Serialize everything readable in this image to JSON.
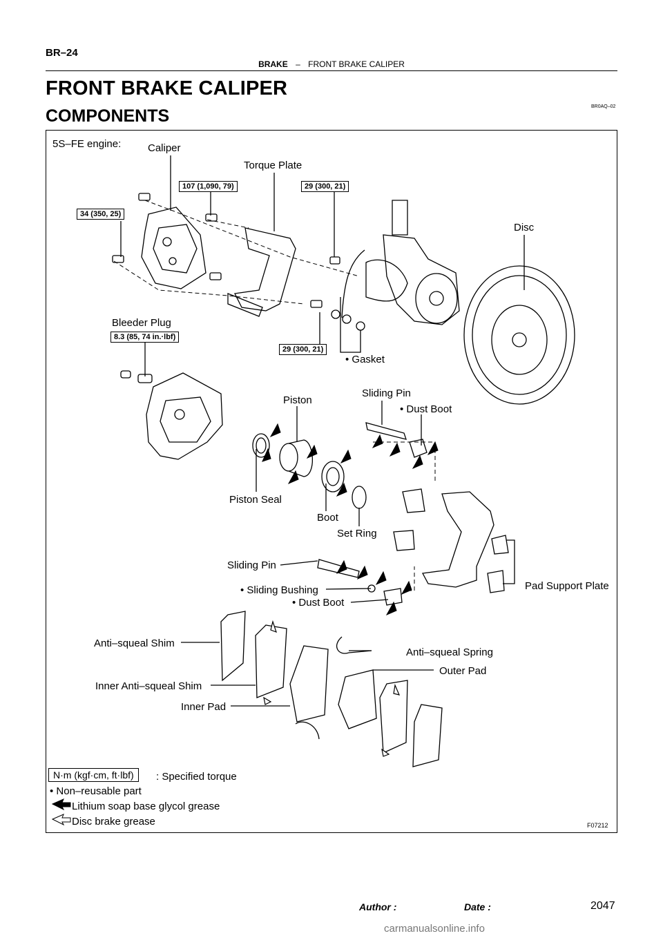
{
  "header": {
    "page_code": "BR–24",
    "section_main": "BRAKE",
    "section_sep": "–",
    "section_sub": "FRONT BRAKE CALIPER"
  },
  "title": "FRONT BRAKE CALIPER",
  "subtitle": "COMPONENTS",
  "doc_code": "BR0AQ–02",
  "figure": {
    "engine": "5S–FE engine:",
    "labels": {
      "caliper": "Caliper",
      "torque_plate": "Torque Plate",
      "disc": "Disc",
      "bleeder_plug": "Bleeder Plug",
      "gasket": "• Gasket",
      "piston": "Piston",
      "sliding_pin_top": "Sliding Pin",
      "dust_boot_top": "• Dust Boot",
      "piston_seal": "Piston Seal",
      "boot": "Boot",
      "set_ring": "Set Ring",
      "sliding_pin_bottom": "Sliding Pin",
      "sliding_bushing": "• Sliding Bushing",
      "dust_boot_bottom": "• Dust Boot",
      "pad_support_plate": "Pad Support Plate",
      "anti_squeal_shim": "Anti–squeal Shim",
      "anti_squeal_spring": "Anti–squeal Spring",
      "outer_pad": "Outer Pad",
      "inner_anti_squeal_shim": "Inner Anti–squeal Shim",
      "inner_pad": "Inner Pad"
    },
    "torques": {
      "t107": "107 (1,090, 79)",
      "t29_top": "29 (300, 21)",
      "t34": "34 (350, 25)",
      "t83": "8.3 (85, 74 in.·lbf)",
      "t29_bottom": "29 (300, 21)"
    },
    "legend": {
      "torque_unit": "N·m (kgf·cm, ft·lbf)",
      "torque_desc": ": Specified torque",
      "non_reusable": "• Non–reusable part",
      "lithium": "Lithium soap base glycol grease",
      "disc_grease": "Disc brake grease"
    },
    "figure_code": "F07212"
  },
  "footer": {
    "author": "Author :",
    "date": "Date :",
    "page_number": "2047"
  },
  "watermark": "carmanualsonline.info"
}
